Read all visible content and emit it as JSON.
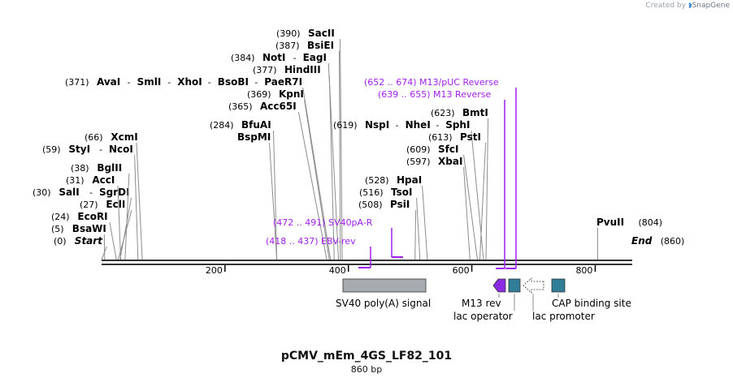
{
  "credit": {
    "prefix": "Created by ",
    "brand": "SnapGene"
  },
  "plasmid": {
    "name": "pCMV_mEm_4GS_LF82_101",
    "length_label": "860 bp",
    "length": 860
  },
  "ruler": {
    "ticks": [
      "200",
      "400",
      "600",
      "800"
    ]
  },
  "sites": [
    {
      "pos": "(0)",
      "names": [
        "Start"
      ],
      "italic": true,
      "cut": 0
    },
    {
      "pos": "(5)",
      "names": [
        "BsaWI"
      ],
      "cut": 5
    },
    {
      "pos": "(24)",
      "names": [
        "EcoRI"
      ],
      "cut": 24
    },
    {
      "pos": "(27)",
      "names": [
        "EclI"
      ],
      "cut": 27
    },
    {
      "pos": "(30)",
      "names": [
        "SalI",
        "SgrDI"
      ],
      "cut": 30
    },
    {
      "pos": "(31)",
      "names": [
        "AccI"
      ],
      "cut": 31
    },
    {
      "pos": "(38)",
      "names": [
        "BglII"
      ],
      "cut": 38
    },
    {
      "pos": "(59)",
      "names": [
        "StyI",
        "NcoI"
      ],
      "cut": 59
    },
    {
      "pos": "(66)",
      "names": [
        "XcmI"
      ],
      "cut": 66
    },
    {
      "pos": "(371)",
      "names": [
        "AvaI",
        "SmlI",
        "XhoI",
        "BsoBI",
        "PaeR7I"
      ],
      "cut": 371
    },
    {
      "pos": "(284)",
      "names": [
        "BfuAI"
      ],
      "cut": 284
    },
    {
      "pos": "",
      "names": [
        "BspMI"
      ],
      "cut": 284
    },
    {
      "pos": "(365)",
      "names": [
        "Acc65I"
      ],
      "cut": 365
    },
    {
      "pos": "(369)",
      "names": [
        "KpnI"
      ],
      "cut": 369
    },
    {
      "pos": "(377)",
      "names": [
        "HindIII"
      ],
      "cut": 377
    },
    {
      "pos": "(384)",
      "names": [
        "NotI",
        "EagI"
      ],
      "cut": 384
    },
    {
      "pos": "(387)",
      "names": [
        "BsiEI"
      ],
      "cut": 387
    },
    {
      "pos": "(390)",
      "names": [
        "SacII"
      ],
      "cut": 390
    },
    {
      "pos": "(619)",
      "names": [
        "NspI",
        "NheI",
        "SphI"
      ],
      "cut": 619
    },
    {
      "pos": "(623)",
      "names": [
        "BmtI"
      ],
      "cut": 623
    },
    {
      "pos": "(613)",
      "names": [
        "PstI"
      ],
      "cut": 613
    },
    {
      "pos": "(609)",
      "names": [
        "SfcI"
      ],
      "cut": 609
    },
    {
      "pos": "(597)",
      "names": [
        "XbaI"
      ],
      "cut": 597
    },
    {
      "pos": "(528)",
      "names": [
        "HpaI"
      ],
      "cut": 528
    },
    {
      "pos": "(516)",
      "names": [
        "TsoI"
      ],
      "cut": 516
    },
    {
      "pos": "(508)",
      "names": [
        "PsiI"
      ],
      "cut": 508
    },
    {
      "pos": "(804)",
      "names": [
        "PvuII"
      ],
      "cut": 804
    },
    {
      "pos": "(860)",
      "names": [
        "End"
      ],
      "italic": true,
      "cut": 860
    }
  ],
  "primers": [
    {
      "range": "(652 .. 674)",
      "name": "M13/pUC Reverse",
      "start": 652,
      "end": 674
    },
    {
      "range": "(639 .. 655)",
      "name": "M13 Reverse",
      "start": 639,
      "end": 655
    },
    {
      "range": "(472 .. 491)",
      "name": "SV40pA-R",
      "start": 472,
      "end": 491
    },
    {
      "range": "(418 .. 437)",
      "name": "EBV-rev",
      "start": 418,
      "end": 437
    }
  ],
  "features": [
    {
      "label": "SV40 poly(A) signal",
      "start": 400,
      "end": 535,
      "color": "#a6abb0",
      "kind": "box"
    },
    {
      "label": "M13 rev",
      "start": 640,
      "end": 656,
      "color": "#8a2be2",
      "kind": "arrow-left"
    },
    {
      "label": "lac operator",
      "start": 664,
      "end": 681,
      "color": "#2f7d96",
      "kind": "box"
    },
    {
      "label": "lac promoter",
      "start": 690,
      "end": 721,
      "color": "#ffffff",
      "kind": "arrow-left-outline"
    },
    {
      "label": "CAP binding site",
      "start": 736,
      "end": 758,
      "color": "#2f7d96",
      "kind": "box"
    }
  ],
  "colors": {
    "primer": "#a020f0",
    "backbone": "#333333",
    "leader": "#8c8c8c"
  }
}
